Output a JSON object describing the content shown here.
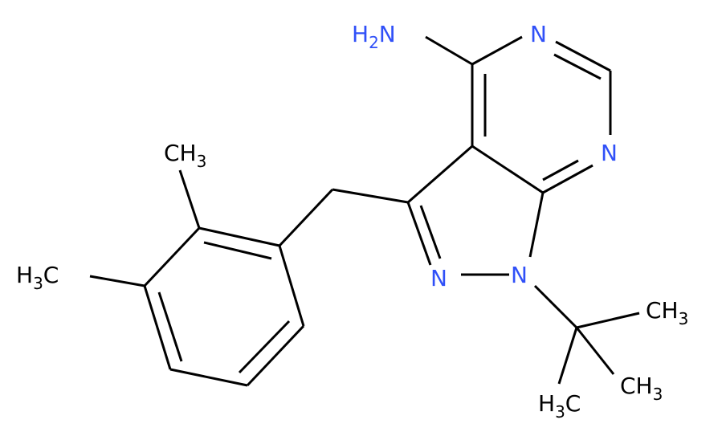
{
  "colors": {
    "carbon": "#000000",
    "nitrogen": "#3050F8",
    "background": "#ffffff"
  },
  "labels": {
    "amine": {
      "main": "H",
      "sub": "2",
      "tail": "N"
    },
    "n_top": "N",
    "n_right": "N",
    "n_pyrazole_1": "N",
    "n_pyrazole_2": "N",
    "ch3_top": {
      "main": "CH",
      "sub": "3"
    },
    "ch3_left": {
      "main": "H",
      "sub": "3",
      "tail": "C"
    },
    "ch3_tbu_1": {
      "main": "CH",
      "sub": "3"
    },
    "ch3_tbu_2": {
      "main": "CH",
      "sub": "3"
    },
    "ch3_tbu_3": {
      "main": "H",
      "sub": "3",
      "tail": "C"
    }
  }
}
